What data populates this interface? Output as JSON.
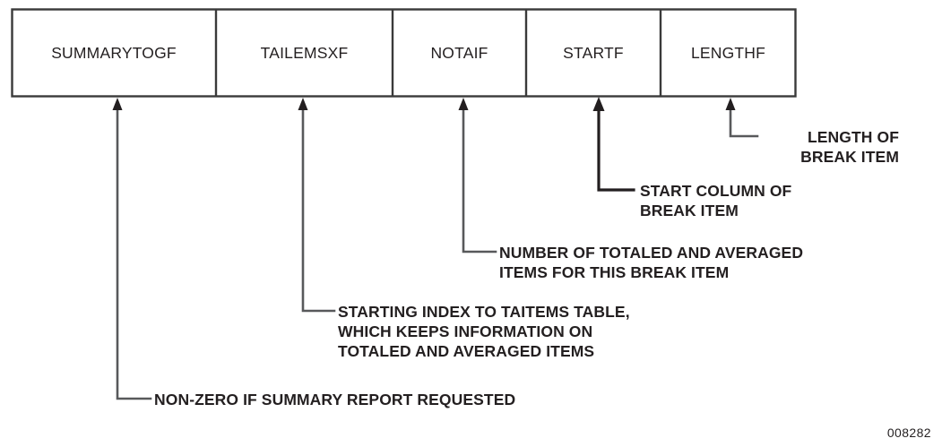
{
  "figure": {
    "number": "008282"
  },
  "record_table": {
    "fields": [
      {
        "name": "SUMMARYTOGF"
      },
      {
        "name": "TAILEMSXF"
      },
      {
        "name": "NOTAIF"
      },
      {
        "name": "STARTF"
      },
      {
        "name": "LENGTHF"
      }
    ]
  },
  "annotations": [
    {
      "id": "lengthf",
      "field": "LENGTHF",
      "align": "right",
      "lines": [
        "LENGTH OF",
        "BREAK ITEM"
      ]
    },
    {
      "id": "startf",
      "field": "STARTF",
      "align": "left",
      "lines": [
        "START COLUMN OF",
        "BREAK ITEM"
      ]
    },
    {
      "id": "notaif",
      "field": "NOTAIF",
      "align": "left",
      "lines": [
        "NUMBER OF TOTALED AND AVERAGED",
        "ITEMS FOR THIS BREAK ITEM"
      ]
    },
    {
      "id": "tailemsxf",
      "field": "TAILEMSXF",
      "align": "left",
      "lines": [
        "STARTING INDEX TO TAITEMS TABLE,",
        "WHICH KEEPS INFORMATION ON",
        "TOTALED AND AVERAGED ITEMS"
      ]
    },
    {
      "id": "summarytogf",
      "field": "SUMMARYTOGF",
      "align": "left",
      "lines": [
        "NON-ZERO IF SUMMARY REPORT REQUESTED"
      ]
    }
  ],
  "colors": {
    "box_stroke": "#3a3a3a",
    "leader": "#58595b",
    "text": "#231f20",
    "background": "#ffffff"
  }
}
